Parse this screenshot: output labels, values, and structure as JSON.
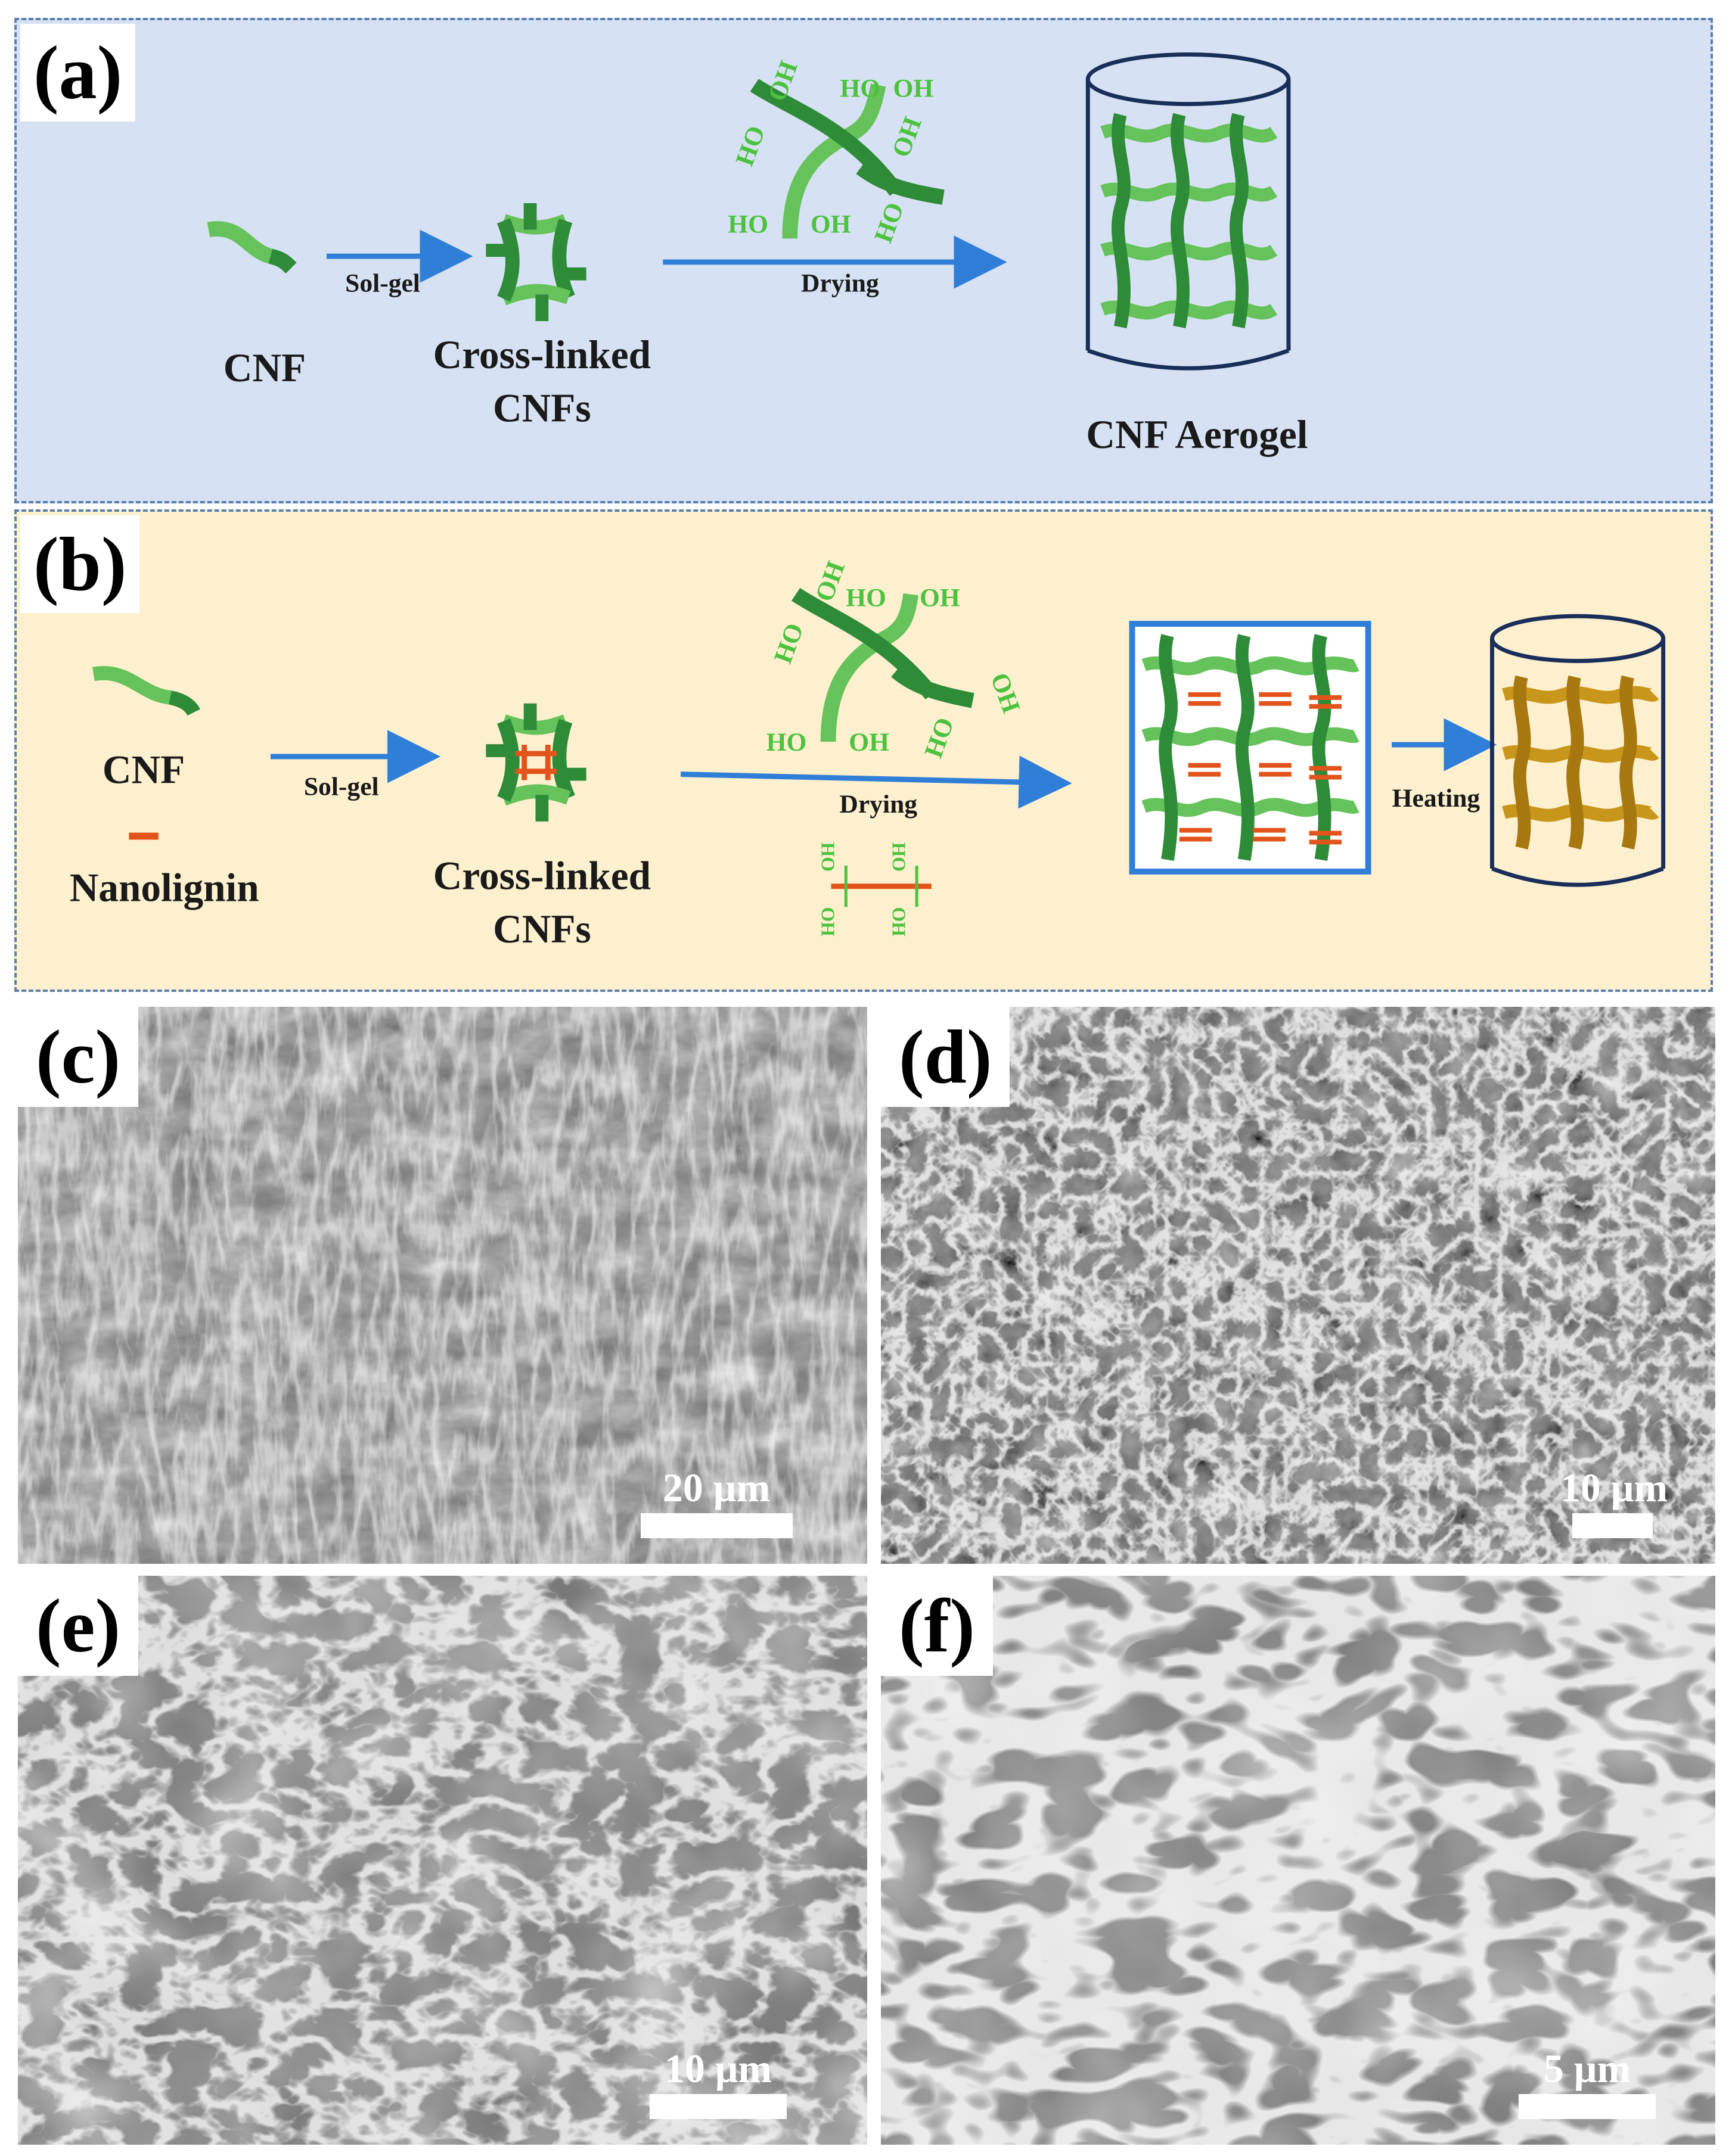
{
  "panel_a": {
    "tag": "(a)",
    "cnf": "CNF",
    "solgel": "Sol-gel",
    "crosslinked_line1": "Cross-linked",
    "crosslinked_line2": "CNFs",
    "drying": "Drying",
    "aerogel": "CNF Aerogel",
    "hydroxyl": "HO",
    "hydroxyl_r": "OH"
  },
  "panel_b": {
    "tag": "(b)",
    "cnf": "CNF",
    "nanolignin": "Nanolignin",
    "solgel": "Sol-gel",
    "crosslinked_line1": "Cross-linked",
    "crosslinked_line2": "CNFs",
    "drying": "Drying",
    "heating": "Heating",
    "hydroxyl": "HO",
    "hydroxyl_r": "OH"
  },
  "sem_c": {
    "tag": "(c)",
    "scale": "20 μm"
  },
  "sem_d": {
    "tag": "(d)",
    "scale": "10 μm"
  },
  "sem_e": {
    "tag": "(e)",
    "scale": "10 μm"
  },
  "sem_f": {
    "tag": "(f)",
    "scale": "5 μm"
  },
  "colors": {
    "panel_a_bg": "#d6e2f3",
    "panel_b_bg": "#fdf0cf",
    "fiber_light": "#66c25a",
    "fiber_dark": "#2e8b38",
    "arrow": "#2f7ed8",
    "nanolignin": "#e2541b",
    "heated_fiber": "#c8961a",
    "border": "#5b7fb0"
  },
  "icons": [
    "fiber-icon",
    "crosslinked-node-icon",
    "aerogel-cylinder-icon",
    "heated-aerogel-cylinder-icon",
    "hydroxyl-fiber-icon",
    "arrow-icon",
    "scale-bar-icon"
  ]
}
